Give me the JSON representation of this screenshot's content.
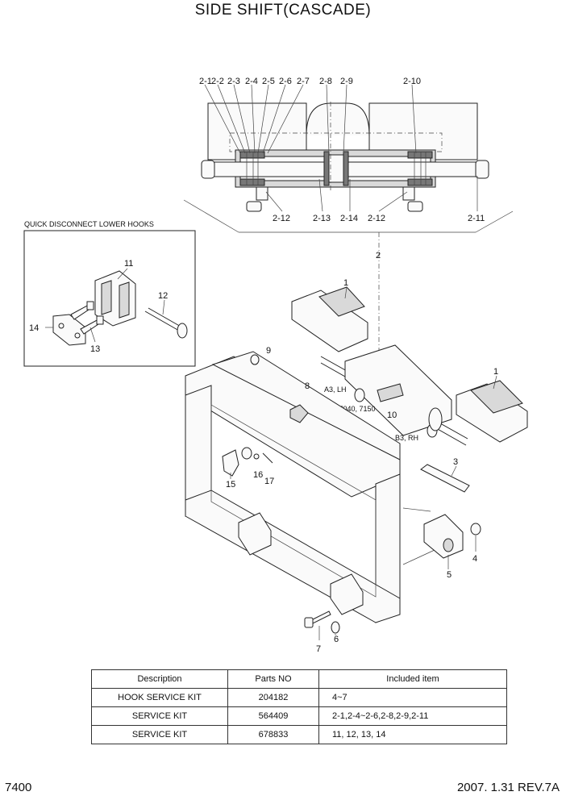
{
  "title": "SIDE SHIFT(CASCADE)",
  "callouts": {
    "c2_1": "2-1",
    "c2_2": "2-2",
    "c2_3": "2-3",
    "c2_4": "2-4",
    "c2_5": "2-5",
    "c2_6": "2-6",
    "c2_7": "2-7",
    "c2_8": "2-8",
    "c2_9": "2-9",
    "c2_10": "2-10",
    "c2_11": "2-11",
    "c2_12a": "2-12",
    "c2_12b": "2-12",
    "c2_13": "2-13",
    "c2_14": "2-14",
    "c1a": "1",
    "c1b": "1",
    "c2": "2",
    "c3": "3",
    "c4": "4",
    "c5": "5",
    "c6": "6",
    "c7": "7",
    "c8": "8",
    "c9": "9",
    "c10": "10",
    "c11": "11",
    "c12": "12",
    "c13": "13",
    "c14": "14",
    "c15": "15",
    "c16": "16",
    "c17": "17"
  },
  "notes": {
    "quick_disconnect": "QUICK DISCONNECT LOWER HOOKS",
    "a3_lh": "A3, LH",
    "b3_rh": "B3, RH",
    "see": "SEE 7040, 7150"
  },
  "table": {
    "headers": [
      "Description",
      "Parts NO",
      "Included item"
    ],
    "rows": [
      [
        "HOOK SERVICE KIT",
        "204182",
        "4~7"
      ],
      [
        "SERVICE KIT",
        "564409",
        "2-1,2-4~2-6,2-8,2-9,2-11"
      ],
      [
        "SERVICE KIT",
        "678833",
        "11, 12, 13, 14"
      ]
    ]
  },
  "footer": {
    "page": "7400",
    "revision": "2007. 1.31  REV.7A"
  }
}
